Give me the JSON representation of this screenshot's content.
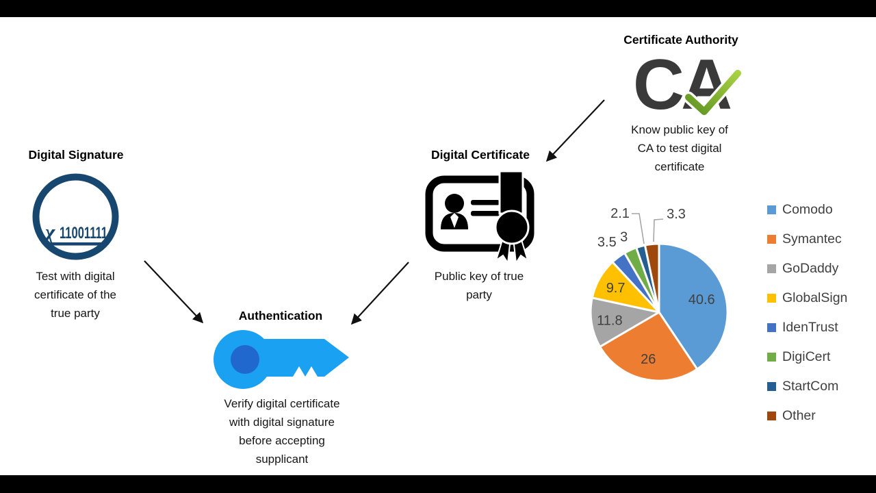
{
  "diagram": {
    "digital_signature": {
      "title": "Digital Signature",
      "seal_symbol": "χ",
      "seal_binary": "11001111",
      "caption_lines": [
        "Test with digital",
        "certificate of the",
        "true party"
      ]
    },
    "digital_certificate": {
      "title": "Digital Certificate",
      "caption_lines": [
        "Public key of true",
        "party"
      ]
    },
    "certificate_authority": {
      "title": "Certificate Authority",
      "logo_text": "CA",
      "caption_lines": [
        "Know public key of",
        "CA to test digital",
        "certificate"
      ]
    },
    "authentication": {
      "title": "Authentication",
      "caption_lines": [
        "Verify digital certificate",
        "with digital signature",
        "before accepting",
        "supplicant"
      ]
    },
    "colors": {
      "signature_navy": "#17466F",
      "key_blue": "#1BA1F2",
      "key_inner_blue": "#2068CE",
      "check_green_light": "#A8D144",
      "check_green_dark": "#5F9421",
      "ca_text_gray": "#3A3A3A"
    }
  },
  "chart_data": {
    "type": "pie",
    "categories": [
      "Comodo",
      "Symantec",
      "GoDaddy",
      "GlobalSign",
      "IdenTrust",
      "DigiCert",
      "StartCom",
      "Other"
    ],
    "values": [
      40.6,
      26,
      11.8,
      9.7,
      3.5,
      3,
      2.1,
      3.3
    ],
    "value_labels": [
      "40.6",
      "26",
      "11.8",
      "9.7",
      "3.5",
      "3",
      "2.1",
      "3.3"
    ],
    "colors": [
      "#5B9BD5",
      "#ED7D31",
      "#A5A5A5",
      "#FFC000",
      "#4472C4",
      "#70AD47",
      "#255E91",
      "#9E480E"
    ],
    "legend_position": "right",
    "start_angle_deg": 0,
    "direction": "clockwise",
    "label_color": "#404040",
    "title": ""
  }
}
